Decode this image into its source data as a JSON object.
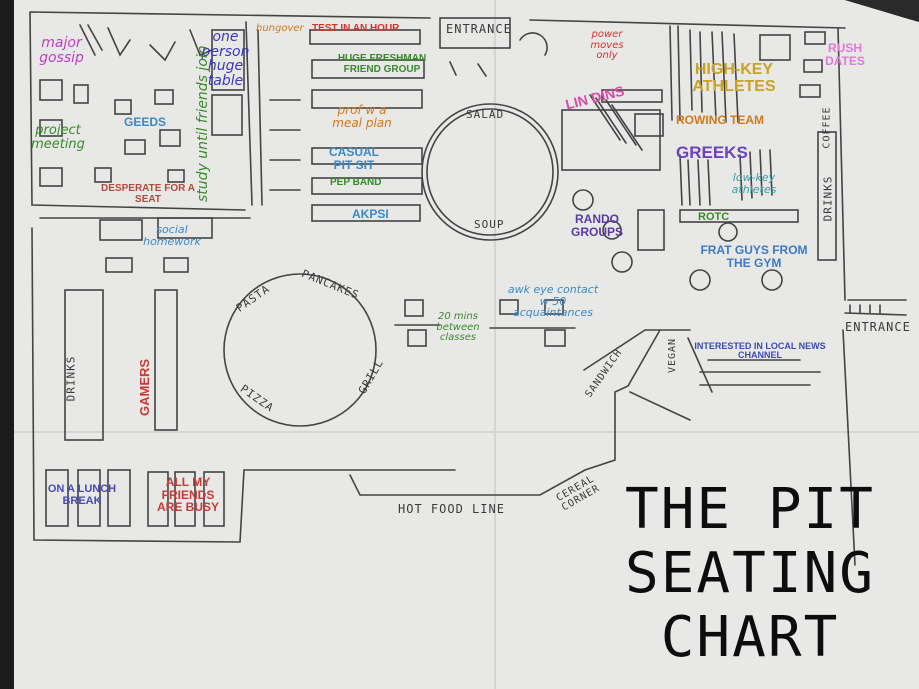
{
  "title_lines": [
    "THE PIT",
    "SEATING",
    "CHART"
  ],
  "landmarks": {
    "entrance_top": "ENTRANCE",
    "entrance_right": "ENTRANCE",
    "salad": "SALAD",
    "soup": "SOUP",
    "pasta": "PASTA",
    "pancakes": "PANCAKES",
    "pizza": "PIZZA",
    "grill": "GRILL",
    "drinks_left": "DRINKS",
    "drinks_right": "DRINKS",
    "coffee": "COFFEE",
    "sandwich": "SANDWICH",
    "vegan": "VEGAN",
    "cereal_corner": "CEREAL CORNER",
    "hot_food_line": "HOT FOOD LINE"
  },
  "zones": [
    {
      "id": "major-gossip",
      "text": "major gossip",
      "color": "#c03cc8"
    },
    {
      "id": "one-person-huge-table",
      "text": "one person huge table",
      "color": "#3a36c4"
    },
    {
      "id": "hungover",
      "text": "hungover",
      "color": "#d27a1c"
    },
    {
      "id": "test-in-an-hour",
      "text": "TEST IN AN HOUR",
      "color": "#d6322c"
    },
    {
      "id": "power-moves-only",
      "text": "power moves only",
      "color": "#d6322c"
    },
    {
      "id": "rush-dates",
      "text": "RUSH DATES",
      "color": "#e07ad8"
    },
    {
      "id": "huge-freshman-friend-group",
      "text": "HUGE FRESHMAN FRIEND GROUP",
      "color": "#3a8a2c"
    },
    {
      "id": "high-key-athletes",
      "text": "HIGH-KEY ATHLETES",
      "color": "#c9a228"
    },
    {
      "id": "prof-w-a-meal-plan",
      "text": "prof w a meal plan",
      "color": "#d27a1c"
    },
    {
      "id": "project-meeting",
      "text": "project meeting",
      "color": "#3a8a2c"
    },
    {
      "id": "geeds",
      "text": "GEEDS",
      "color": "#3a8ac8"
    },
    {
      "id": "lin-dins",
      "text": "LIN DINS",
      "color": "#d94aa8"
    },
    {
      "id": "rowing-team",
      "text": "ROWING TEAM",
      "color": "#d27a1c"
    },
    {
      "id": "casual-pit-sit",
      "text": "CASUAL PIT SIT",
      "color": "#3a8ac8"
    },
    {
      "id": "greeks",
      "text": "Greeks",
      "color": "#6a44b8"
    },
    {
      "id": "pep-band",
      "text": "PEP BAND",
      "color": "#3a8a2c"
    },
    {
      "id": "study-until-friends-join",
      "text": "study until friends join",
      "color": "#3a8a2c"
    },
    {
      "id": "low-key-athletes",
      "text": "low-key athletes",
      "color": "#3aa0a8"
    },
    {
      "id": "desperate-for-a-seat",
      "text": "DESPERATE FOR A SEAT",
      "color": "#b04a3a"
    },
    {
      "id": "akpsi",
      "text": "AKPSI",
      "color": "#3a8ac8"
    },
    {
      "id": "rando-groups",
      "text": "RANDO GROUPS",
      "color": "#5a3aa8"
    },
    {
      "id": "rotc",
      "text": "ROTC",
      "color": "#3a8a2c"
    },
    {
      "id": "social-homework",
      "text": "social homework",
      "color": "#3a8ac8"
    },
    {
      "id": "frat-guys-from-the-gym",
      "text": "FRAT GUYS FROM THE GYM",
      "color": "#3a7ac8"
    },
    {
      "id": "gamers",
      "text": "GAMERS",
      "color": "#c83a3a"
    },
    {
      "id": "20-mins-between-classes",
      "text": "20 mins between classes",
      "color": "#3a8a2c"
    },
    {
      "id": "awk-eye-contact",
      "text": "awk eye contact w 50 acquaintances",
      "color": "#3a8ac8"
    },
    {
      "id": "interested-in-local-news",
      "text": "INTERESTED IN LOCAL NEWS CHANNEL",
      "color": "#3a4ab8"
    },
    {
      "id": "on-a-lunch-break",
      "text": "ON A LUNCH BREAK",
      "color": "#4a4ab8"
    },
    {
      "id": "all-my-friends-are-busy",
      "text": "ALL MY FRIENDS ARE BUSY",
      "color": "#c83a3a"
    }
  ]
}
